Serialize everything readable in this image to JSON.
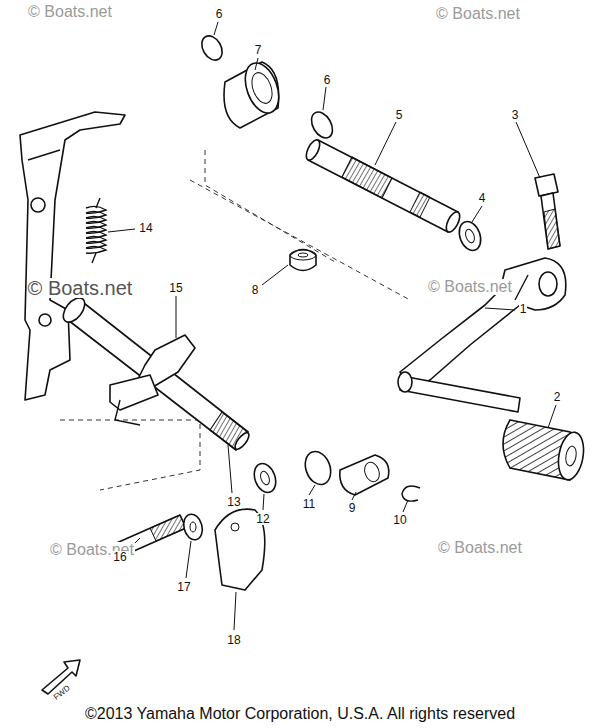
{
  "diagram": {
    "labels": [
      "© Boats.net",
      "© Boats.net",
      "6",
      "7",
      "6",
      "5",
      "3",
      "4",
      "14",
      "© Boats.net",
      "© Boats.net",
      "8",
      "15",
      "1",
      "2",
      "13",
      "12",
      "11",
      "9",
      "10",
      "© Boats.net",
      "© Boats.net",
      "16",
      "17",
      "18",
      "FWD",
      "©2013 Yamaha Motor Corporation, U.S.A. All rights reserved"
    ]
  }
}
